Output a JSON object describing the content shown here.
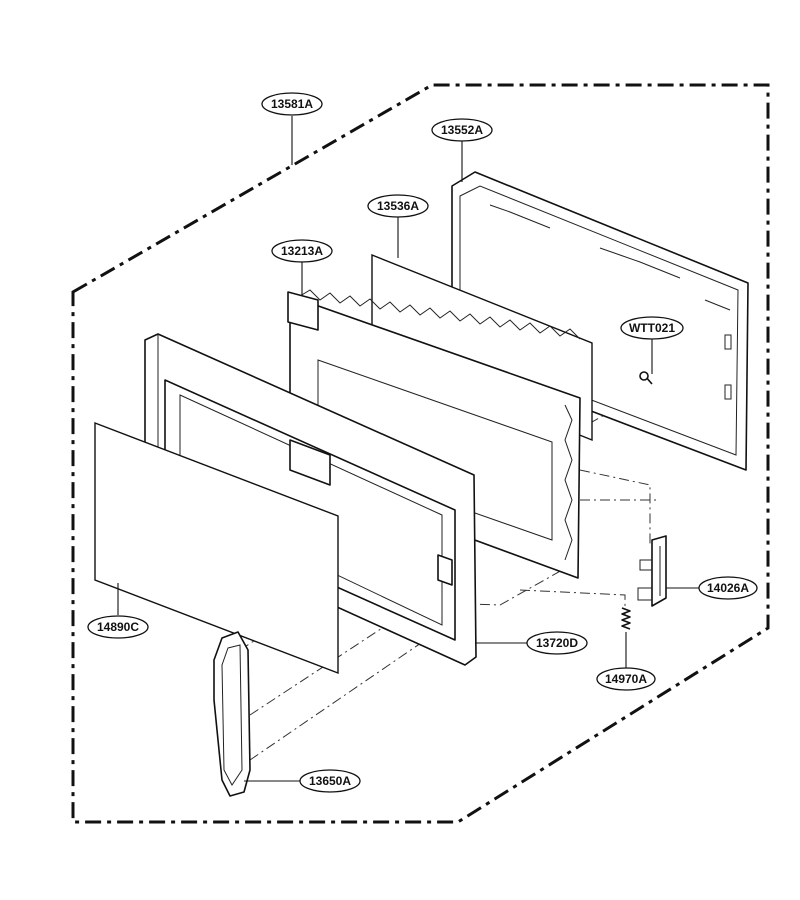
{
  "diagram": {
    "callouts": [
      {
        "id": "outer-frame",
        "text": "13581A"
      },
      {
        "id": "back-frame",
        "text": "13552A"
      },
      {
        "id": "glass-sheet",
        "text": "13536A"
      },
      {
        "id": "inner-panel",
        "text": "13213A"
      },
      {
        "id": "screw",
        "text": "WTT021"
      },
      {
        "id": "latch",
        "text": "14026A"
      },
      {
        "id": "spring",
        "text": "14970A"
      },
      {
        "id": "front-glass",
        "text": "14890C"
      },
      {
        "id": "door-frame",
        "text": "13720D"
      },
      {
        "id": "handle",
        "text": "13650A"
      }
    ]
  }
}
